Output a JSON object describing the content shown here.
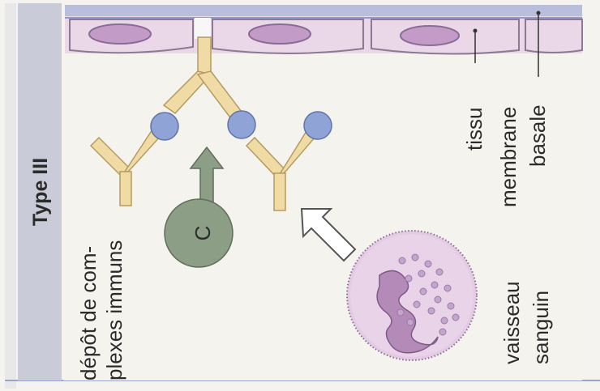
{
  "figure": {
    "title": "Type III",
    "labels": {
      "deposit_line1": "dépôt de com-",
      "deposit_line2": "plexes immuns",
      "vessel_line1": "vaisseau",
      "vessel_line2": "sanguin",
      "tissue": "tissu",
      "membrane_line1": "membrane",
      "membrane_line2": "basale",
      "complement": "C"
    },
    "colors": {
      "title_band": "#c9ccd8",
      "frame_blue": "#8e9ec9",
      "tissue_fill": "#e9d6e6",
      "nucleus_fill": "#c39bc7",
      "antibody_fill": "#f1dba5",
      "antigen_fill": "#8fa3d6",
      "complement_fill": "#8c9f86",
      "cell_fill": "#e3cbe3",
      "cell_nucleus": "#b48ab8",
      "granule_fill": "#c4a6cc"
    },
    "icons": {
      "antibody": "y-shaped-antibody-icon",
      "antigen": "antigen-sphere-icon",
      "complement": "complement-protein-icon",
      "leukocyte": "neutrophil-cell-icon",
      "migration_arrow": "hollow-arrow-icon"
    }
  }
}
